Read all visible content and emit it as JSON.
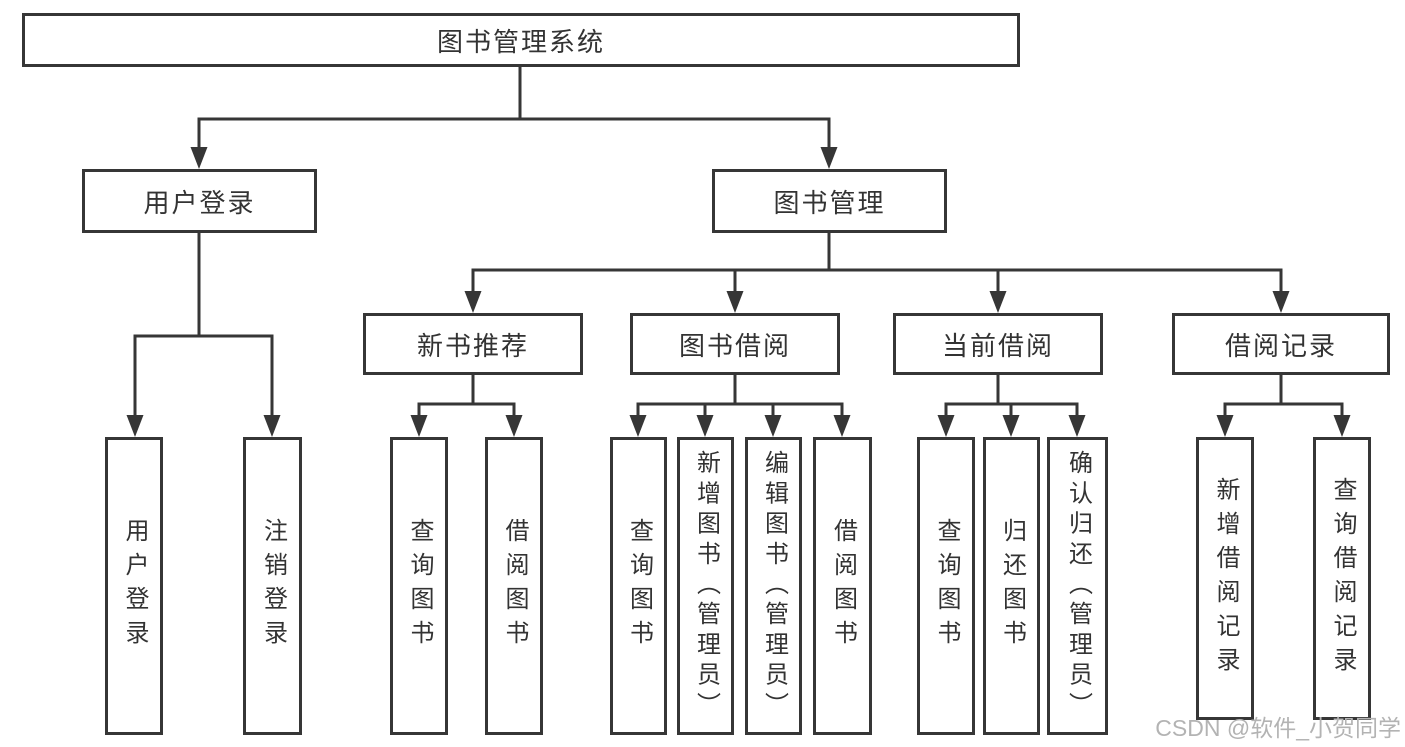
{
  "diagram": {
    "root": {
      "label": "图书管理系统"
    },
    "branches": [
      {
        "label": "用户登录",
        "children": [
          {
            "label": "用户登录"
          },
          {
            "label": "注销登录"
          }
        ]
      },
      {
        "label": "图书管理",
        "modules": [
          {
            "label": "新书推荐",
            "children": [
              {
                "label": "查询图书"
              },
              {
                "label": "借阅图书"
              }
            ]
          },
          {
            "label": "图书借阅",
            "children": [
              {
                "label": "查询图书"
              },
              {
                "label": "新增图书（管理员）"
              },
              {
                "label": "编辑图书（管理员）"
              },
              {
                "label": "借阅图书"
              }
            ]
          },
          {
            "label": "当前借阅",
            "children": [
              {
                "label": "查询图书"
              },
              {
                "label": "归还图书"
              },
              {
                "label": "确认归还（管理员）"
              }
            ]
          },
          {
            "label": "借阅记录",
            "children": [
              {
                "label": "新增借阅记录"
              },
              {
                "label": "查询借阅记录"
              }
            ]
          }
        ]
      }
    ]
  },
  "watermark": {
    "text": "CSDN @软件_小贺同学"
  },
  "colors": {
    "line": "#363636",
    "text": "#333333",
    "watermark": "#b3b3b3",
    "background": "#ffffff"
  }
}
